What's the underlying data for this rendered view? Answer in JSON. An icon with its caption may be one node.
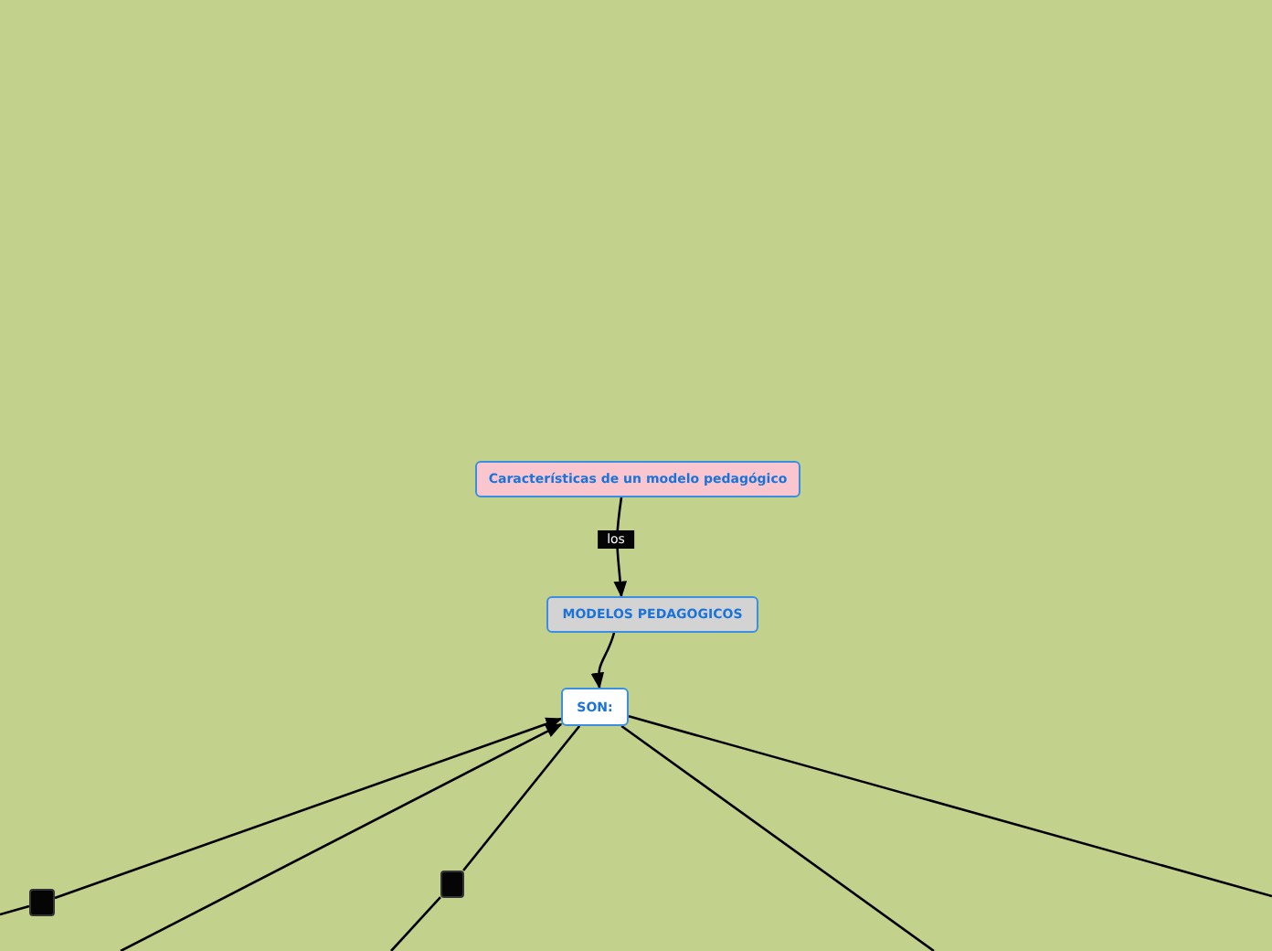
{
  "diagram": {
    "nodes": [
      {
        "text": [
          "Características de un modelo pedagógico"
        ]
      },
      {
        "text": [
          "MODELOS PEDAGOGICOS"
        ]
      },
      {
        "text": [
          "SON:"
        ]
      },
      {
        "text": [],
        "shape": "box"
      },
      {
        "text": [],
        "shape": "box"
      }
    ],
    "edges": [
      {
        "from": 0,
        "to": 1,
        "arrow": "to",
        "label": "los"
      },
      {
        "from": 1,
        "to": 2,
        "arrow": "to"
      },
      {
        "from": null,
        "to": 3,
        "arrow": "none"
      },
      {
        "from": 3,
        "to": 2,
        "arrow": "to"
      },
      {
        "from": null,
        "to": 2,
        "arrow": "to"
      },
      {
        "from": 2,
        "to": 4,
        "arrow": "none"
      },
      {
        "from": 4,
        "to": null,
        "arrow": "none"
      },
      {
        "from": 2,
        "to": null,
        "arrow": "none"
      },
      {
        "from": 2,
        "to": null,
        "arrow": "none"
      }
    ]
  }
}
